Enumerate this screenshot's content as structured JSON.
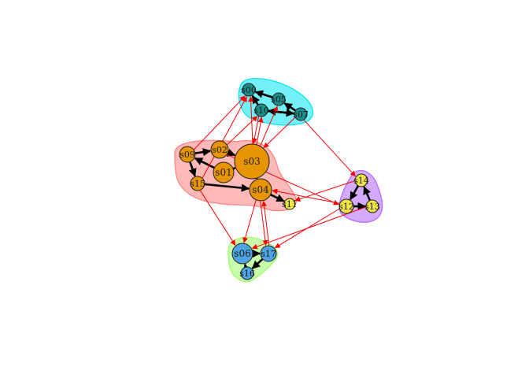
{
  "graph": {
    "groups": [
      {
        "id": "cyan",
        "color": "#00e5ee",
        "members": [
          "s00",
          "s05",
          "s10",
          "s07"
        ]
      },
      {
        "id": "red",
        "color": "#ff8080",
        "members": [
          "s03",
          "s02",
          "s09",
          "s01",
          "s15",
          "s04",
          "s11"
        ]
      },
      {
        "id": "purple",
        "color": "#b266ff",
        "members": [
          "s14",
          "s12",
          "s13"
        ]
      },
      {
        "id": "green",
        "color": "#99ff66",
        "members": [
          "s06",
          "s17",
          "s16"
        ]
      }
    ],
    "nodes": [
      {
        "id": "s00",
        "label": "s00",
        "color": "#1a8f8a"
      },
      {
        "id": "s05",
        "label": "s05",
        "color": "#1a8f8a"
      },
      {
        "id": "s10",
        "label": "s10",
        "color": "#1a8f8a"
      },
      {
        "id": "s07",
        "label": "s07",
        "color": "#1a8f8a"
      },
      {
        "id": "s03",
        "label": "s03",
        "color": "#e69500"
      },
      {
        "id": "s02",
        "label": "s02",
        "color": "#e69500"
      },
      {
        "id": "s09",
        "label": "s09",
        "color": "#e69500"
      },
      {
        "id": "s01",
        "label": "s01",
        "color": "#e69500"
      },
      {
        "id": "s15",
        "label": "s15",
        "color": "#e69500"
      },
      {
        "id": "s04",
        "label": "s04",
        "color": "#e69500"
      },
      {
        "id": "s11",
        "label": "s11",
        "color": "#f0e442"
      },
      {
        "id": "s14",
        "label": "s14",
        "color": "#f0e442"
      },
      {
        "id": "s12",
        "label": "s12",
        "color": "#f0e442"
      },
      {
        "id": "s13",
        "label": "s13",
        "color": "#f0e442"
      },
      {
        "id": "s06",
        "label": "s06",
        "color": "#4fa3e0"
      },
      {
        "id": "s17",
        "label": "s17",
        "color": "#4fa3e0"
      },
      {
        "id": "s16",
        "label": "s16",
        "color": "#4fa3e0"
      }
    ],
    "edges": [
      {
        "from": "s05",
        "to": "s00",
        "kind": "intra"
      },
      {
        "from": "s07",
        "to": "s05",
        "kind": "intra"
      },
      {
        "from": "s10",
        "to": "s07",
        "kind": "intra"
      },
      {
        "from": "s07",
        "to": "s10",
        "kind": "intra"
      },
      {
        "from": "s10",
        "to": "s00",
        "kind": "intra"
      },
      {
        "from": "s09",
        "to": "s02",
        "kind": "intra"
      },
      {
        "from": "s02",
        "to": "s03",
        "kind": "intra"
      },
      {
        "from": "s01",
        "to": "s09",
        "kind": "intra"
      },
      {
        "from": "s09",
        "to": "s15",
        "kind": "intra"
      },
      {
        "from": "s15",
        "to": "s04",
        "kind": "intra"
      },
      {
        "from": "s01",
        "to": "s03",
        "kind": "intra"
      },
      {
        "from": "s03",
        "to": "s04",
        "kind": "intra"
      },
      {
        "from": "s04",
        "to": "s11",
        "kind": "intra"
      },
      {
        "from": "s14",
        "to": "s12",
        "kind": "intra"
      },
      {
        "from": "s12",
        "to": "s13",
        "kind": "intra"
      },
      {
        "from": "s13",
        "to": "s14",
        "kind": "intra"
      },
      {
        "from": "s06",
        "to": "s17",
        "kind": "intra"
      },
      {
        "from": "s17",
        "to": "s16",
        "kind": "intra"
      },
      {
        "from": "s16",
        "to": "s06",
        "kind": "intra"
      },
      {
        "from": "s03",
        "to": "s00",
        "kind": "inter"
      },
      {
        "from": "s03",
        "to": "s10",
        "kind": "inter"
      },
      {
        "from": "s03",
        "to": "s05",
        "kind": "inter"
      },
      {
        "from": "s10",
        "to": "s03",
        "kind": "inter"
      },
      {
        "from": "s07",
        "to": "s03",
        "kind": "inter"
      },
      {
        "from": "s09",
        "to": "s00",
        "kind": "inter"
      },
      {
        "from": "s02",
        "to": "s10",
        "kind": "inter"
      },
      {
        "from": "s15",
        "to": "s00",
        "kind": "inter"
      },
      {
        "from": "s07",
        "to": "s14",
        "kind": "inter"
      },
      {
        "from": "s02",
        "to": "s12",
        "kind": "inter"
      },
      {
        "from": "s12",
        "to": "s04",
        "kind": "inter"
      },
      {
        "from": "s14",
        "to": "s11",
        "kind": "inter"
      },
      {
        "from": "s15",
        "to": "s06",
        "kind": "inter"
      },
      {
        "from": "s04",
        "to": "s06",
        "kind": "inter"
      },
      {
        "from": "s04",
        "to": "s17",
        "kind": "inter"
      },
      {
        "from": "s17",
        "to": "s04",
        "kind": "inter"
      },
      {
        "from": "s12",
        "to": "s17",
        "kind": "inter"
      },
      {
        "from": "s13",
        "to": "s06",
        "kind": "inter"
      }
    ]
  }
}
